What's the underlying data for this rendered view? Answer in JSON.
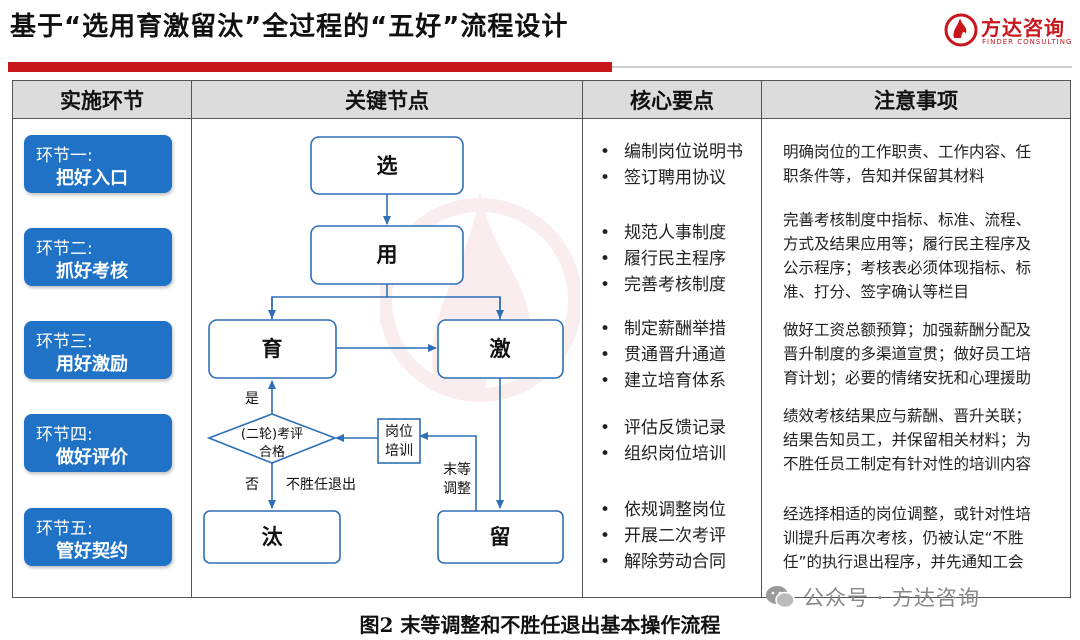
{
  "title": "基于“选用育激留汰”全过程的“五好”流程设计",
  "logo": {
    "name": "方达咨询",
    "sub": "FINDER CONSULTING"
  },
  "columns": [
    "实施环节",
    "关键节点",
    "核心要点",
    "注意事项"
  ],
  "stages": [
    {
      "num": "环节一:",
      "name": "把好入口"
    },
    {
      "num": "环节二:",
      "name": "抓好考核"
    },
    {
      "num": "环节三:",
      "name": "用好激励"
    },
    {
      "num": "环节四:",
      "name": "做好评价"
    },
    {
      "num": "环节五:",
      "name": "管好契约"
    }
  ],
  "flow": {
    "xuan": "选",
    "yong": "用",
    "yu": "育",
    "ji": "激",
    "liu": "留",
    "tai": "汰",
    "decision_line1": "(二轮)考评",
    "decision_line2": "合格",
    "training_line1": "岗位",
    "training_line2": "培训",
    "yes": "是",
    "no": "否",
    "exit": "不胜任退出",
    "last_adjust_line1": "末等",
    "last_adjust_line2": "调整"
  },
  "points": [
    [
      "编制岗位说明书",
      "签订聘用协议"
    ],
    [
      "规范人事制度",
      "履行民主程序",
      "完善考核制度"
    ],
    [
      "制定薪酬举措",
      "贯通晋升通道",
      "建立培育体系"
    ],
    [
      "评估反馈记录",
      "组织岗位培训"
    ],
    [
      "依规调整岗位",
      "开展二次考评",
      "解除劳动合同"
    ]
  ],
  "notes": [
    [
      "明确岗位的工作职责、工作内容、任",
      "职条件等，告知并保留其材料"
    ],
    [
      "完善考核制度中指标、标准、流程、",
      "方式及结果应用等；履行民主程序及",
      "公示程序；考核表必须体现指标、标",
      "准、打分、签字确认等栏目"
    ],
    [
      "做好工资总额预算；加强薪酬分配及",
      "晋升制度的多渠道宣贯；做好员工培",
      "育计划；必要的情绪安抚和心理援助"
    ],
    [
      "绩效考核结果应与薪酬、晋升关联；",
      "结果告知员工，并保留相关材料；为",
      "不胜任员工制定有针对性的培训内容"
    ],
    [
      "经选择相适的岗位调整，或针对性培",
      "训提升后再次考核，仍被认定“不胜",
      "任”的执行退出程序，并先通知工会"
    ]
  ],
  "caption": "图2  末等调整和不胜任退出基本操作流程",
  "wechat": "公众号 · 方达咨询"
}
